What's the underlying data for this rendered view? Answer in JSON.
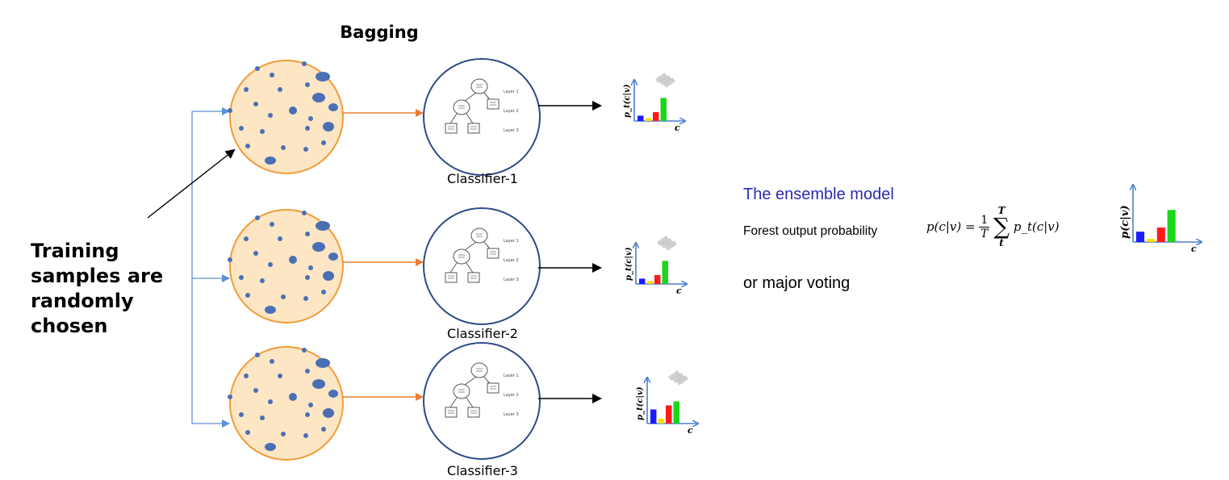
{
  "title": "Bagging",
  "classifiers": [
    {
      "label": "Classifier-1"
    },
    {
      "label": "Classifier-2"
    },
    {
      "label": "Classifier-3"
    }
  ],
  "tree_layer_labels": [
    "Layer 1",
    "Layer 2",
    "Layer 3"
  ],
  "annotation": {
    "text": "Training\nsamples are\nrandomly\nchosen"
  },
  "ensemble": {
    "title": "The ensemble model",
    "forest_label": "Forest output probability",
    "formula": {
      "lhs": "p(c|v) =",
      "frac_num": "1",
      "frac_den": "T",
      "sum_top": "T",
      "sum_bottom": "t",
      "rhs": "p_t(c|v)"
    },
    "alternative": "or major voting"
  },
  "histogram": {
    "y_label": "p(c|v)",
    "y_label_tree": "p_t(c|v)",
    "x_label": "c",
    "bar_colors": [
      "#1a1aff",
      "#f5e000",
      "#ff1a1a",
      "#19d719"
    ]
  },
  "histograms": [
    {
      "values": [
        0.15,
        0.08,
        0.25,
        0.65
      ]
    },
    {
      "values": [
        0.15,
        0.08,
        0.25,
        0.65
      ]
    },
    {
      "values": [
        0.35,
        0.12,
        0.45,
        0.55
      ]
    },
    {
      "values": [
        0.2,
        0.06,
        0.28,
        0.62
      ]
    }
  ],
  "colors": {
    "sample_fill": "#fde6c4",
    "sample_stroke": "#f29c38",
    "dot": "#4a6fb5",
    "classifier_stroke": "#2e4a86",
    "arrow_orange": "#ed7d31",
    "arrow_blue": "#5b8fd6",
    "axis_blue": "#4a7fd0"
  }
}
